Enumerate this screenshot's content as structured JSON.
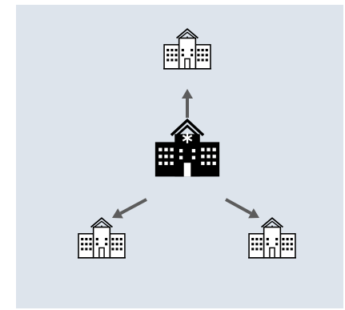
{
  "diagram": {
    "background_color": "#dde4ec",
    "arrow_color": "#5c5c5c",
    "icon_outline_color": "#000000",
    "icon_fill_color": "#ffffff",
    "center_fill_color": "#000000",
    "nodes": [
      {
        "id": "center",
        "icon": "hospital-icon",
        "style": "filled"
      },
      {
        "id": "top",
        "icon": "hospital-icon",
        "style": "outline"
      },
      {
        "id": "bottom-left",
        "icon": "hospital-icon",
        "style": "outline"
      },
      {
        "id": "bottom-right",
        "icon": "hospital-icon",
        "style": "outline"
      }
    ],
    "edges": [
      {
        "from": "center",
        "to": "top"
      },
      {
        "from": "center",
        "to": "bottom-left"
      },
      {
        "from": "center",
        "to": "bottom-right"
      }
    ]
  }
}
